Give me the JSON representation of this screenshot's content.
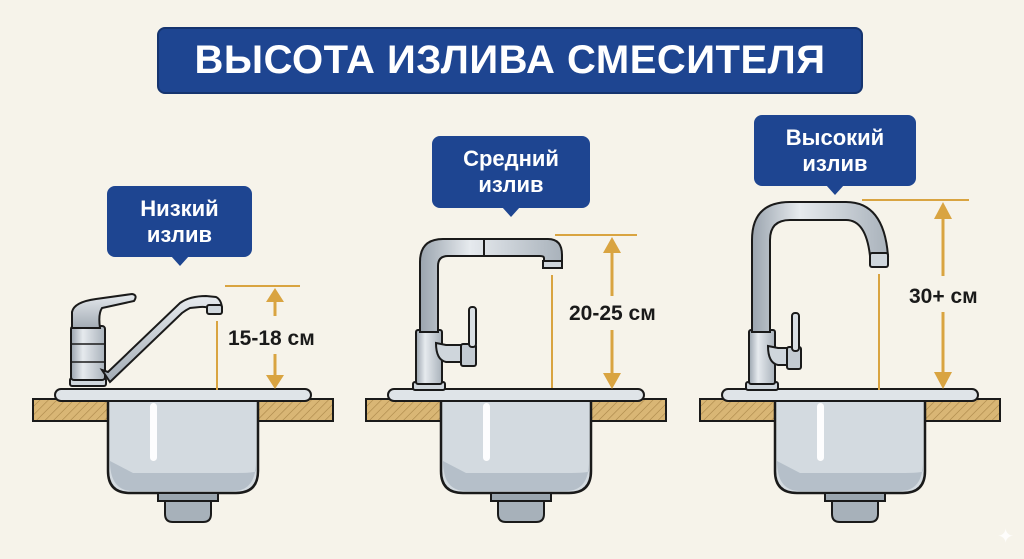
{
  "title": "ВЫСОТА ИЗЛИВА СМЕСИТЕЛЯ",
  "colors": {
    "banner": "#1e4591",
    "background": "#f6f3ea",
    "dimension": "#d9a441",
    "wood": "#d7b377",
    "steel": "#c9d1d8"
  },
  "faucets": [
    {
      "id": "low",
      "label_line1": "Низкий",
      "label_line2": "излив",
      "height": "15-18 см"
    },
    {
      "id": "medium",
      "label_line1": "Средний",
      "label_line2": "излив",
      "height": "20-25 см"
    },
    {
      "id": "high",
      "label_line1": "Высокий",
      "label_line2": "излив",
      "height": "30+ см"
    }
  ],
  "watermark_icon": "sparkle-icon"
}
